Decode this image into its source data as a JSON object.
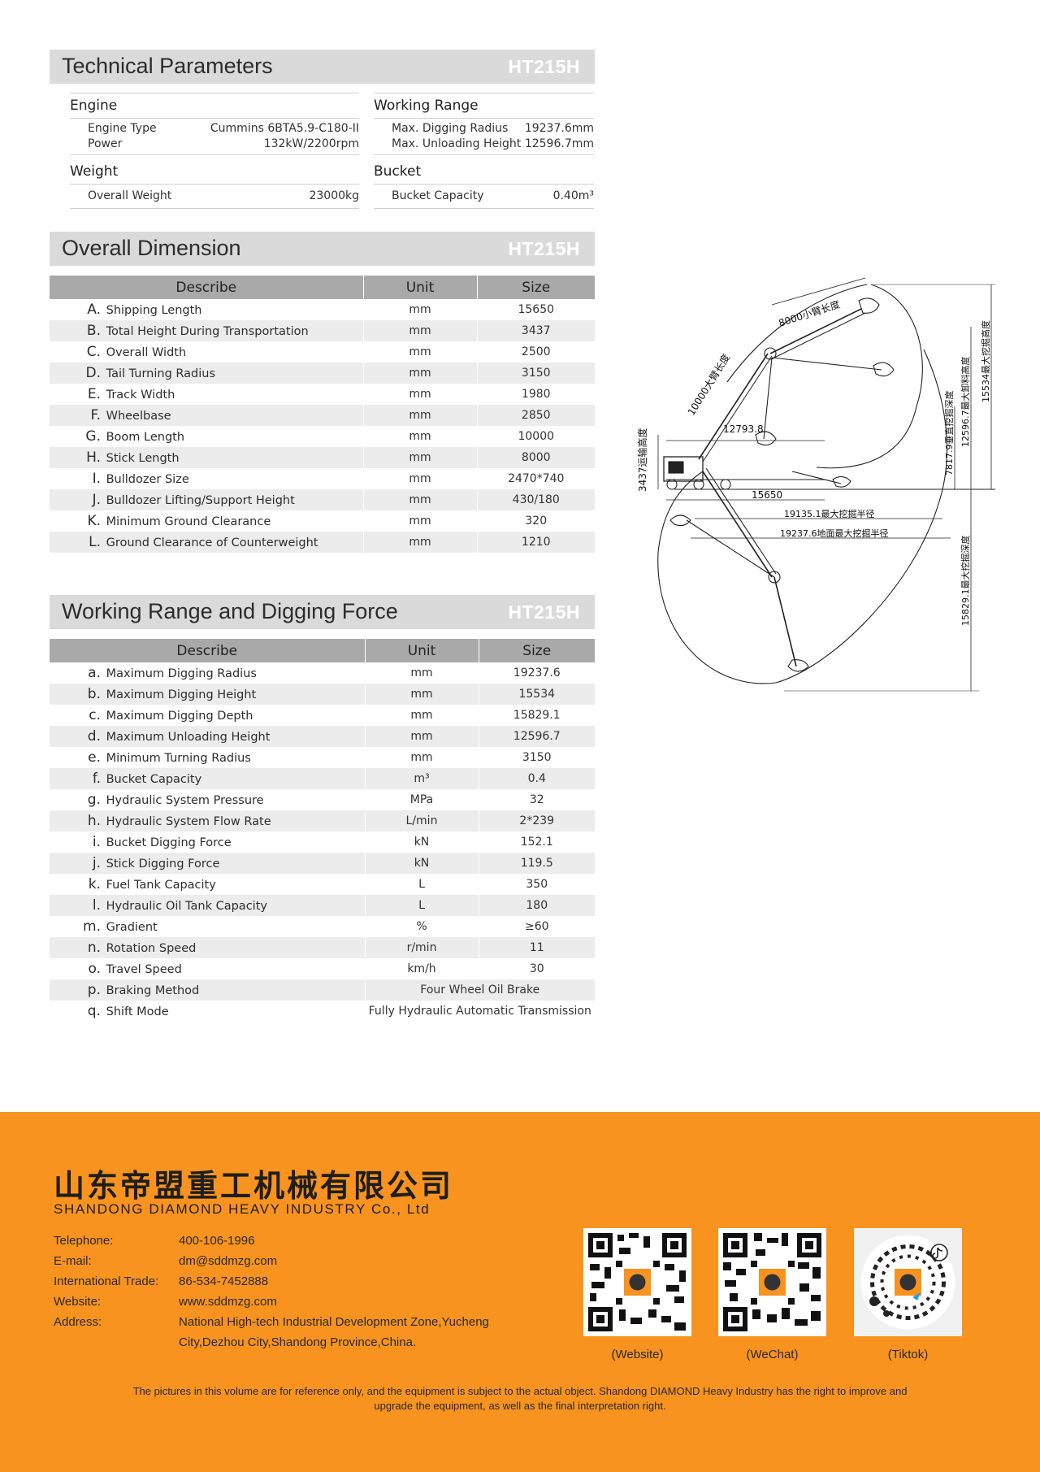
{
  "model": "HT215H",
  "tech": {
    "title": "Technical Parameters",
    "engine": {
      "title": "Engine",
      "rows": [
        {
          "label": "Engine Type",
          "value": "Cummins 6BTA5.9-C180-II"
        },
        {
          "label": "Power",
          "value": "132kW/2200rpm"
        }
      ]
    },
    "working_range": {
      "title": "Working Range",
      "rows": [
        {
          "label": "Max. Digging Radius",
          "value": "19237.6mm"
        },
        {
          "label": "Max. Unloading Height",
          "value": "12596.7mm"
        }
      ]
    },
    "weight": {
      "title": "Weight",
      "rows": [
        {
          "label": "Overall Weight",
          "value": "23000kg"
        }
      ]
    },
    "bucket": {
      "title": "Bucket",
      "rows": [
        {
          "label": "Bucket Capacity",
          "value": "0.40m³"
        }
      ]
    }
  },
  "overall": {
    "title": "Overall Dimension",
    "headers": [
      "Describe",
      "Unit",
      "Size"
    ],
    "rows": [
      {
        "letter": "A.",
        "desc": "Shipping Length",
        "unit": "mm",
        "size": "15650"
      },
      {
        "letter": "B.",
        "desc": "Total Height During Transportation",
        "unit": "mm",
        "size": "3437"
      },
      {
        "letter": "C.",
        "desc": "Overall Width",
        "unit": "mm",
        "size": "2500"
      },
      {
        "letter": "D.",
        "desc": "Tail Turning Radius",
        "unit": "mm",
        "size": "3150"
      },
      {
        "letter": "E.",
        "desc": "Track Width",
        "unit": "mm",
        "size": "1980"
      },
      {
        "letter": "F.",
        "desc": "Wheelbase",
        "unit": "mm",
        "size": "2850"
      },
      {
        "letter": "G.",
        "desc": "Boom Length",
        "unit": "mm",
        "size": "10000"
      },
      {
        "letter": "H.",
        "desc": "Stick Length",
        "unit": "mm",
        "size": "8000"
      },
      {
        "letter": "I.",
        "desc": "Bulldozer Size",
        "unit": "mm",
        "size": "2470*740"
      },
      {
        "letter": "J.",
        "desc": "Bulldozer Lifting/Support Height",
        "unit": "mm",
        "size": "430/180"
      },
      {
        "letter": "K.",
        "desc": "Minimum Ground Clearance",
        "unit": "mm",
        "size": "320"
      },
      {
        "letter": "L.",
        "desc": "Ground Clearance of Counterweight",
        "unit": "mm",
        "size": "1210"
      }
    ]
  },
  "digging": {
    "title": "Working Range and Digging Force",
    "headers": [
      "Describe",
      "Unit",
      "Size"
    ],
    "rows": [
      {
        "letter": "a.",
        "desc": "Maximum Digging Radius",
        "unit": "mm",
        "size": "19237.6"
      },
      {
        "letter": "b.",
        "desc": "Maximum Digging Height",
        "unit": "mm",
        "size": "15534"
      },
      {
        "letter": "c.",
        "desc": "Maximum Digging Depth",
        "unit": "mm",
        "size": "15829.1"
      },
      {
        "letter": "d.",
        "desc": "Maximum Unloading Height",
        "unit": "mm",
        "size": "12596.7"
      },
      {
        "letter": "e.",
        "desc": "Minimum Turning Radius",
        "unit": "mm",
        "size": "3150"
      },
      {
        "letter": "f.",
        "desc": "Bucket Capacity",
        "unit": "m³",
        "size": "0.4"
      },
      {
        "letter": "g.",
        "desc": "Hydraulic System Pressure",
        "unit": "MPa",
        "size": "32"
      },
      {
        "letter": "h.",
        "desc": "Hydraulic System Flow Rate",
        "unit": "L/min",
        "size": "2*239"
      },
      {
        "letter": "i.",
        "desc": "Bucket Digging Force",
        "unit": "kN",
        "size": "152.1"
      },
      {
        "letter": "j.",
        "desc": "Stick Digging Force",
        "unit": "kN",
        "size": "119.5"
      },
      {
        "letter": "k.",
        "desc": "Fuel Tank Capacity",
        "unit": "L",
        "size": "350"
      },
      {
        "letter": "l.",
        "desc": "Hydraulic Oil Tank Capacity",
        "unit": "L",
        "size": "180"
      },
      {
        "letter": "m.",
        "desc": "Gradient",
        "unit": "%",
        "size": "≥60"
      },
      {
        "letter": "n.",
        "desc": "Rotation Speed",
        "unit": "r/min",
        "size": "11"
      },
      {
        "letter": "o.",
        "desc": "Travel Speed",
        "unit": "km/h",
        "size": "30"
      },
      {
        "letter": "p.",
        "desc": "Braking Method",
        "merged": "Four Wheel Oil Brake"
      },
      {
        "letter": "q.",
        "desc": "Shift Mode",
        "merged": "Fully Hydraulic Automatic Transmission"
      }
    ]
  },
  "diagram": {
    "labels": {
      "stick": "8000小臂长度",
      "boom": "10000大臂长度",
      "reach": "12793.8",
      "transport_height": "3437运输高度",
      "shipping": "15650",
      "max_radius": "19135.1最大挖掘半径",
      "ground_radius": "19237.6地面最大挖掘半径",
      "unload_height": "12596.7最大卸料高度",
      "max_height": "15534最大挖掘高度",
      "vertical_wall": "7817.9垂直挖掘深度",
      "max_depth": "15829.1最大挖掘深度"
    }
  },
  "footer": {
    "company_cn": "山东帝盟重工机械有限公司",
    "company_en": "SHANDONG DIAMOND HEAVY INDUSTRY  Co., Ltd",
    "contacts": [
      {
        "key": "Telephone:",
        "value": "400-106-1996"
      },
      {
        "key": "E-mail:",
        "value": "dm@sddmzg.com"
      },
      {
        "key": "International Trade:",
        "value": "86-534-7452888"
      },
      {
        "key": "Website:",
        "value": "www.sddmzg.com"
      },
      {
        "key": "Address:",
        "value": "National High-tech Industrial Development Zone,Yucheng City,Dezhou City,Shandong Province,China."
      }
    ],
    "qr_captions": [
      "(Website)",
      "(WeChat)",
      "(Tiktok)"
    ],
    "disclaimer": "The pictures in this volume are for reference only, and the equipment is subject to the actual object. Shandong DIAMOND Heavy Industry has the right to improve and upgrade the equipment, as well as the final interpretation right.",
    "accent": "#f7931e"
  }
}
